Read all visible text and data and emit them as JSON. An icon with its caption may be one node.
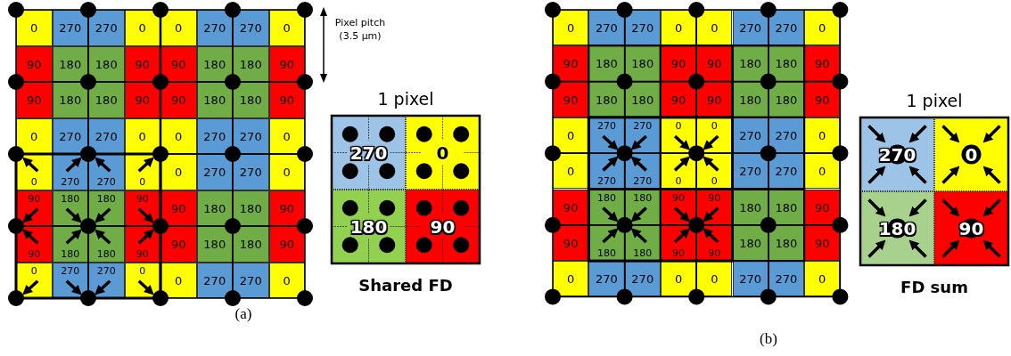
{
  "diagram": {
    "labels": [
      "0",
      "270",
      "270",
      "0",
      "0",
      "270",
      "270",
      "0",
      "90",
      "180",
      "180",
      "90",
      "90",
      "180",
      "180",
      "90",
      "90",
      "180",
      "180",
      "90",
      "90",
      "180",
      "180",
      "90",
      "0",
      "270",
      "270",
      "0",
      "0",
      "270",
      "270",
      "0",
      "0",
      "270",
      "270",
      "0",
      "0",
      "270",
      "270",
      "0",
      "90",
      "180",
      "180",
      "90",
      "90",
      "180",
      "180",
      "90",
      "90",
      "180",
      "180",
      "90",
      "90",
      "180",
      "180",
      "90",
      "0",
      "270",
      "270",
      "0",
      "0",
      "270",
      "270",
      "0",
      "Pixel pitch (3.5 µm)",
      "1 pixel",
      "270",
      "0",
      "180",
      "90",
      "Shared FD",
      "(a)",
      "0",
      "270",
      "270",
      "0",
      "0",
      "270",
      "270",
      "0",
      "90",
      "180",
      "180",
      "90",
      "90",
      "180",
      "180",
      "90",
      "90",
      "180",
      "180",
      "90",
      "90",
      "180",
      "180",
      "90",
      "0",
      "270",
      "270",
      "0",
      "0",
      "270",
      "270",
      "0",
      "0",
      "270",
      "270",
      "0",
      "0",
      "270",
      "270",
      "0",
      "90",
      "180",
      "180",
      "90",
      "90",
      "180",
      "180",
      "90",
      "90",
      "180",
      "180",
      "90",
      "90",
      "180",
      "180",
      "90",
      "0",
      "270",
      "270",
      "0",
      "0",
      "270",
      "270",
      "0",
      "1 pixel",
      "270",
      "0",
      "180",
      "90",
      "FD sum",
      "(b)"
    ]
  }
}
